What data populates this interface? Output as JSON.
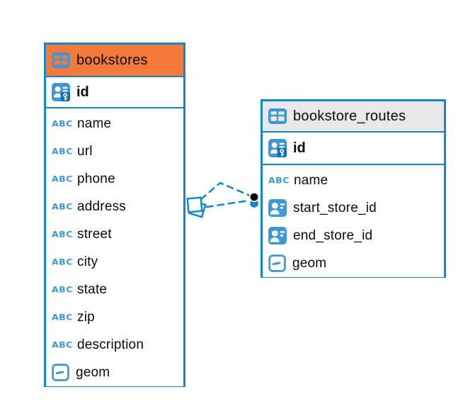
{
  "diagram": {
    "colors": {
      "accent_blue": "#1287C9",
      "icon_blue": "#3E98D3",
      "selected_header_orange": "#F5793B",
      "header_gray": "#E8E8E8",
      "relationship_dot_black": "#0A0A0A",
      "text": "#0B0B0B",
      "background": "#FFFFFF"
    },
    "icons": {
      "text_type_label": "ABC"
    },
    "relationship": {
      "style": "dashed",
      "from_table": "bookstores",
      "to_table": "bookstore_routes",
      "link_count": 2
    },
    "tables": [
      {
        "title": "bookstores",
        "pk": "id",
        "columns": [
          "name",
          "url",
          "phone",
          "address",
          "street",
          "city",
          "state",
          "zip",
          "description",
          "geom"
        ]
      },
      {
        "title": "bookstore_routes",
        "pk": "id",
        "columns": [
          "name",
          "start_store_id",
          "end_store_id",
          "geom"
        ]
      }
    ]
  }
}
